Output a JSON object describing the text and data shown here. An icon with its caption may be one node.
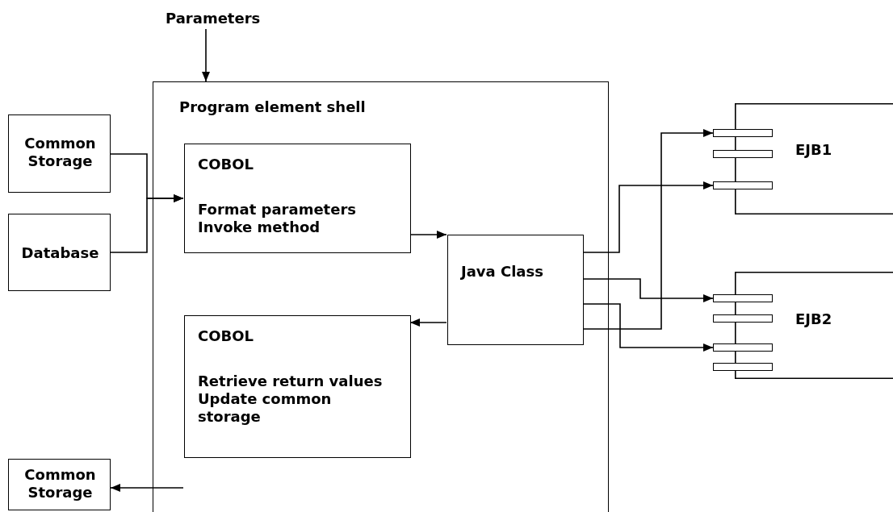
{
  "diagram": {
    "nodes": [
      {
        "text": [
          "Parameters"
        ]
      },
      {
        "text": [
          "Program element shell"
        ]
      },
      {
        "text": [
          "Common Storage"
        ]
      },
      {
        "text": [
          "Database"
        ]
      },
      {
        "text": [
          "COBOL",
          "Format parameters Invoke method"
        ],
        "in": 1
      },
      {
        "text": [
          "Java Class"
        ],
        "in": 1
      },
      {
        "text": [
          "COBOL",
          "Retrieve return values Update common storage"
        ],
        "in": 1
      },
      {
        "text": [
          "Common Storage"
        ]
      },
      {
        "text": [
          "EJB1"
        ]
      },
      {
        "text": [],
        "shape": "bar"
      },
      {
        "text": [],
        "shape": "bar"
      },
      {
        "text": [],
        "shape": "bar"
      },
      {
        "text": [
          "EJB2"
        ]
      },
      {
        "text": [],
        "shape": "bar"
      },
      {
        "text": [],
        "shape": "bar"
      },
      {
        "text": [],
        "shape": "bar"
      },
      {
        "text": [],
        "shape": "bar"
      }
    ],
    "edges": [
      {
        "from": 0,
        "to": 1,
        "arrow": "to"
      },
      {
        "from": 2,
        "to": 4,
        "arrow": "to"
      },
      {
        "from": 3,
        "to": 4,
        "arrow": "to"
      },
      {
        "from": 4,
        "to": 5,
        "arrow": "to"
      },
      {
        "from": 5,
        "to": 6,
        "arrow": "to"
      },
      {
        "from": 6,
        "to": 7,
        "arrow": "to"
      },
      {
        "from": 5,
        "to": 11,
        "arrow": "to"
      },
      {
        "from": 5,
        "to": 13,
        "arrow": "to"
      },
      {
        "from": 5,
        "to": 15,
        "arrow": "to"
      },
      {
        "from": 5,
        "to": 9,
        "arrow": "to"
      }
    ]
  }
}
